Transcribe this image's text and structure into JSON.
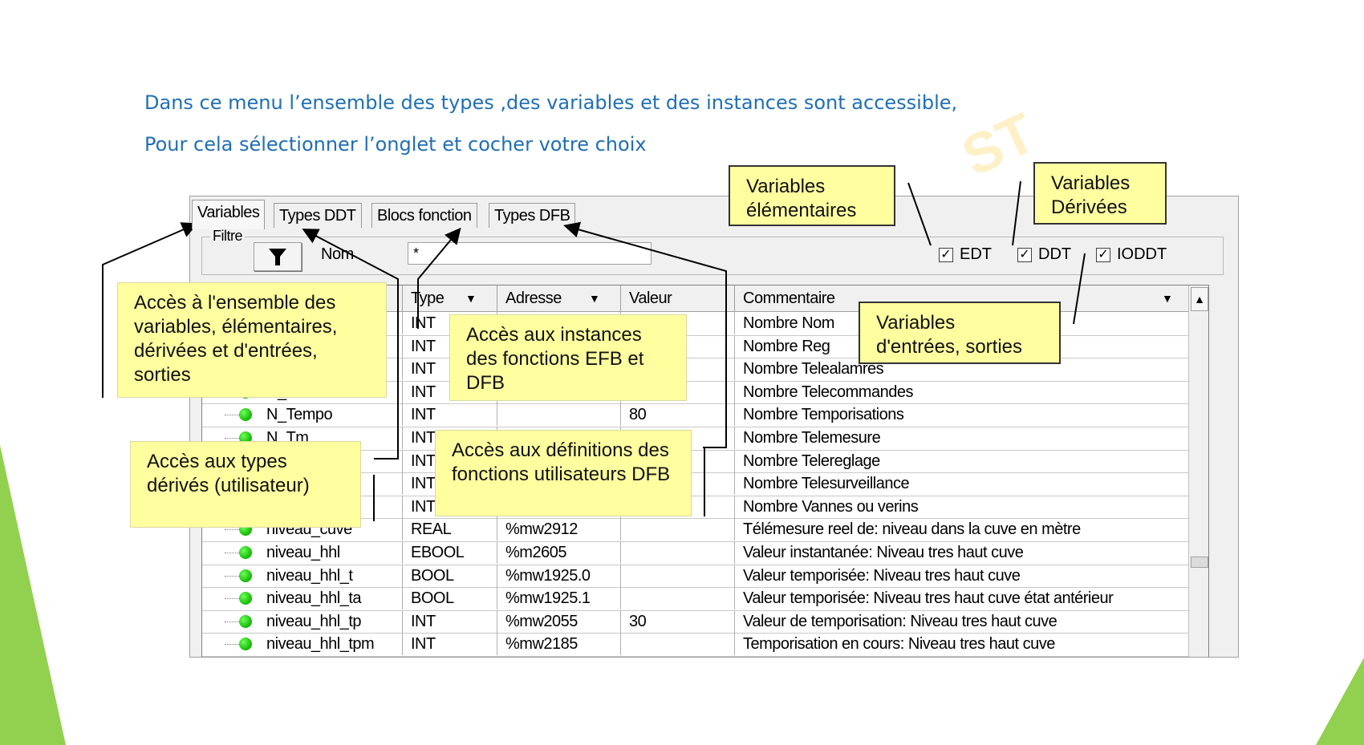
{
  "slide": {
    "line1": "Dans ce menu l’ensemble des types ,des variables et des instances sont accessible,",
    "line2": "Pour cela sélectionner l’onglet et cocher votre choix",
    "watermark": "ST"
  },
  "tabs": [
    "Variables",
    "Types DDT",
    "Blocs fonction",
    "Types DFB"
  ],
  "filter": {
    "legend": "Filtre",
    "funnel_icon": "funnel-icon",
    "nom_label": "Nom",
    "nom_value": "*",
    "checkboxes": [
      {
        "label": "EDT",
        "checked": true
      },
      {
        "label": "DDT",
        "checked": true
      },
      {
        "label": "IODDT",
        "checked": true
      }
    ]
  },
  "columns": {
    "type": "Type",
    "adresse": "Adresse",
    "valeur": "Valeur",
    "commentaire": "Commentaire"
  },
  "rows": [
    {
      "name": "",
      "type": "INT",
      "addr": "",
      "val": "",
      "comment": "Nombre Nom"
    },
    {
      "name": "",
      "type": "INT",
      "addr": "",
      "val": "",
      "comment": "Nombre Reg"
    },
    {
      "name": "",
      "type": "INT",
      "addr": "",
      "val": "",
      "comment": "Nombre Telealamres"
    },
    {
      "name": "N_Tc",
      "type": "INT",
      "addr": "",
      "val": "",
      "comment": "Nombre Telecommandes"
    },
    {
      "name": "N_Tempo",
      "type": "INT",
      "addr": "",
      "val": "80",
      "comment": "Nombre Temporisations"
    },
    {
      "name": "N_Tm",
      "type": "INT",
      "addr": "",
      "val": "",
      "comment": "Nombre Telemesure"
    },
    {
      "name": "",
      "type": "INT",
      "addr": "",
      "val": "",
      "comment": "Nombre Telereglage"
    },
    {
      "name": "",
      "type": "INT",
      "addr": "",
      "val": "",
      "comment": "Nombre Telesurveillance"
    },
    {
      "name": "",
      "type": "INT",
      "addr": "",
      "val": "",
      "comment": "Nombre Vannes ou verins"
    },
    {
      "name": "niveau_cuve",
      "type": "REAL",
      "addr": "%mw2912",
      "val": "",
      "comment": "Télémesure reel de: niveau dans la cuve en mètre"
    },
    {
      "name": "niveau_hhl",
      "type": "EBOOL",
      "addr": "%m2605",
      "val": "",
      "comment": "Valeur instantanée: Niveau tres haut cuve"
    },
    {
      "name": "niveau_hhl_t",
      "type": "BOOL",
      "addr": "%mw1925.0",
      "val": "",
      "comment": "Valeur temporisée: Niveau tres haut cuve"
    },
    {
      "name": "niveau_hhl_ta",
      "type": "BOOL",
      "addr": "%mw1925.1",
      "val": "",
      "comment": "Valeur temporisée: Niveau tres haut cuve état antérieur"
    },
    {
      "name": "niveau_hhl_tp",
      "type": "INT",
      "addr": "%mw2055",
      "val": "30",
      "comment": "Valeur de temporisation: Niveau tres haut cuve"
    },
    {
      "name": "niveau_hhl_tpm",
      "type": "INT",
      "addr": "%mw2185",
      "val": "",
      "comment": "Temporisation en cours: Niveau tres haut cuve"
    }
  ],
  "callouts": {
    "var_elem": "Variables élémentaires",
    "var_deriv": "Variables Dérivées",
    "var_io": "Variables d'entrées, sorties",
    "acces_ensemble": "Accès à l'ensemble des variables, élémentaires, dérivées et d'entrées, sorties",
    "acces_instances": "Accès aux instances des fonctions EFB et DFB",
    "acces_types": "Accès aux types dérivés (utilisateur)",
    "acces_defs": "Accès aux définitions des fonctions utilisateurs DFB"
  },
  "colors": {
    "slide_text": "#1f6fb5",
    "callout_fill": "#ffffa0",
    "green_accent": "#92d050",
    "status_dot": "#11b800"
  }
}
